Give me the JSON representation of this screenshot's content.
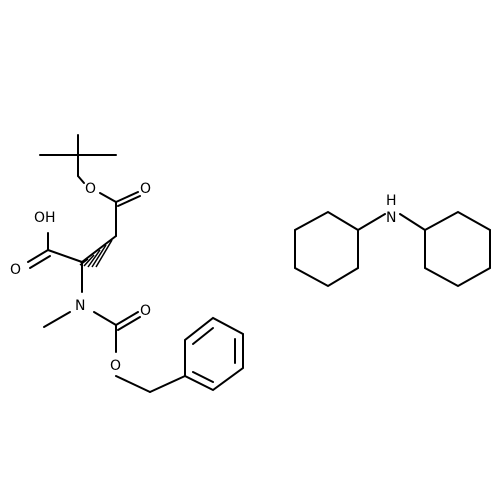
{
  "atom_labels": {
    "ester_o": "O",
    "ester_carbonyl_o": "O",
    "acid_oh": "OH",
    "acid_carbonyl_o": "O",
    "carbamate_n": "N",
    "carbamate_carbonyl_o": "O",
    "carbamate_ester_o": "O",
    "amine_nh": "N",
    "amine_h": "H"
  },
  "colors": {
    "bond": "#000000",
    "text": "#000000",
    "background": "#ffffff"
  }
}
